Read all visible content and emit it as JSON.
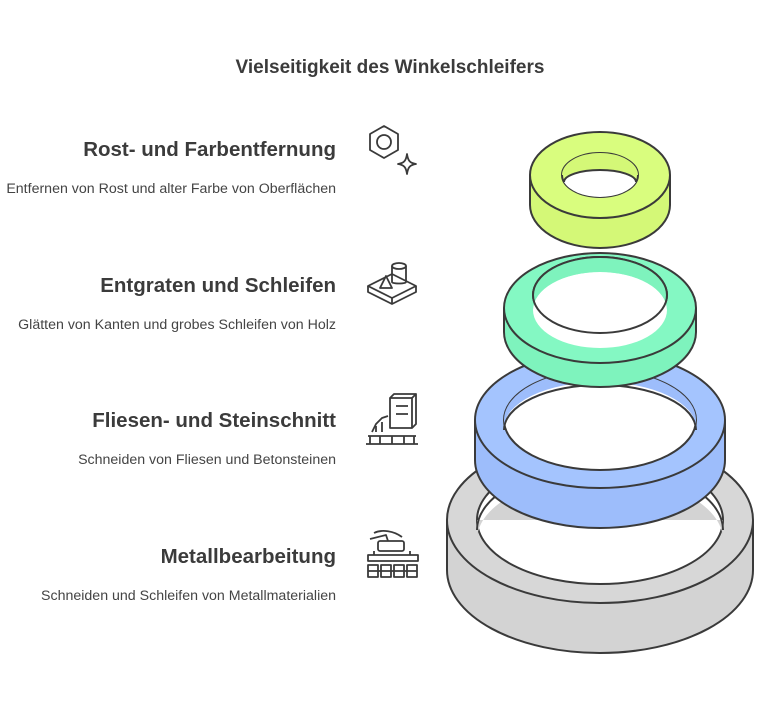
{
  "title": "Vielseitigkeit des Winkelschleifers",
  "items": [
    {
      "heading": "Rost- und Farbentfernung",
      "desc": "Entfernen von Rost und alter Farbe von Oberflächen",
      "icon": "rust-removal-icon",
      "ring_color": "#d9fd7e"
    },
    {
      "heading": "Entgraten und Schleifen",
      "desc": "Glätten von Kanten und grobes Schleifen von Holz",
      "icon": "deburring-icon",
      "ring_color": "#84f8c3"
    },
    {
      "heading": "Fliesen- und Steinschnitt",
      "desc": "Schneiden von Fliesen und Betonsteinen",
      "icon": "tile-cutting-icon",
      "ring_color": "#a4c4fe"
    },
    {
      "heading": "Metallbearbeitung",
      "desc": "Schneiden und Schleifen von Metallmaterialien",
      "icon": "metalworking-icon",
      "ring_color": "#d7d7d7"
    }
  ]
}
